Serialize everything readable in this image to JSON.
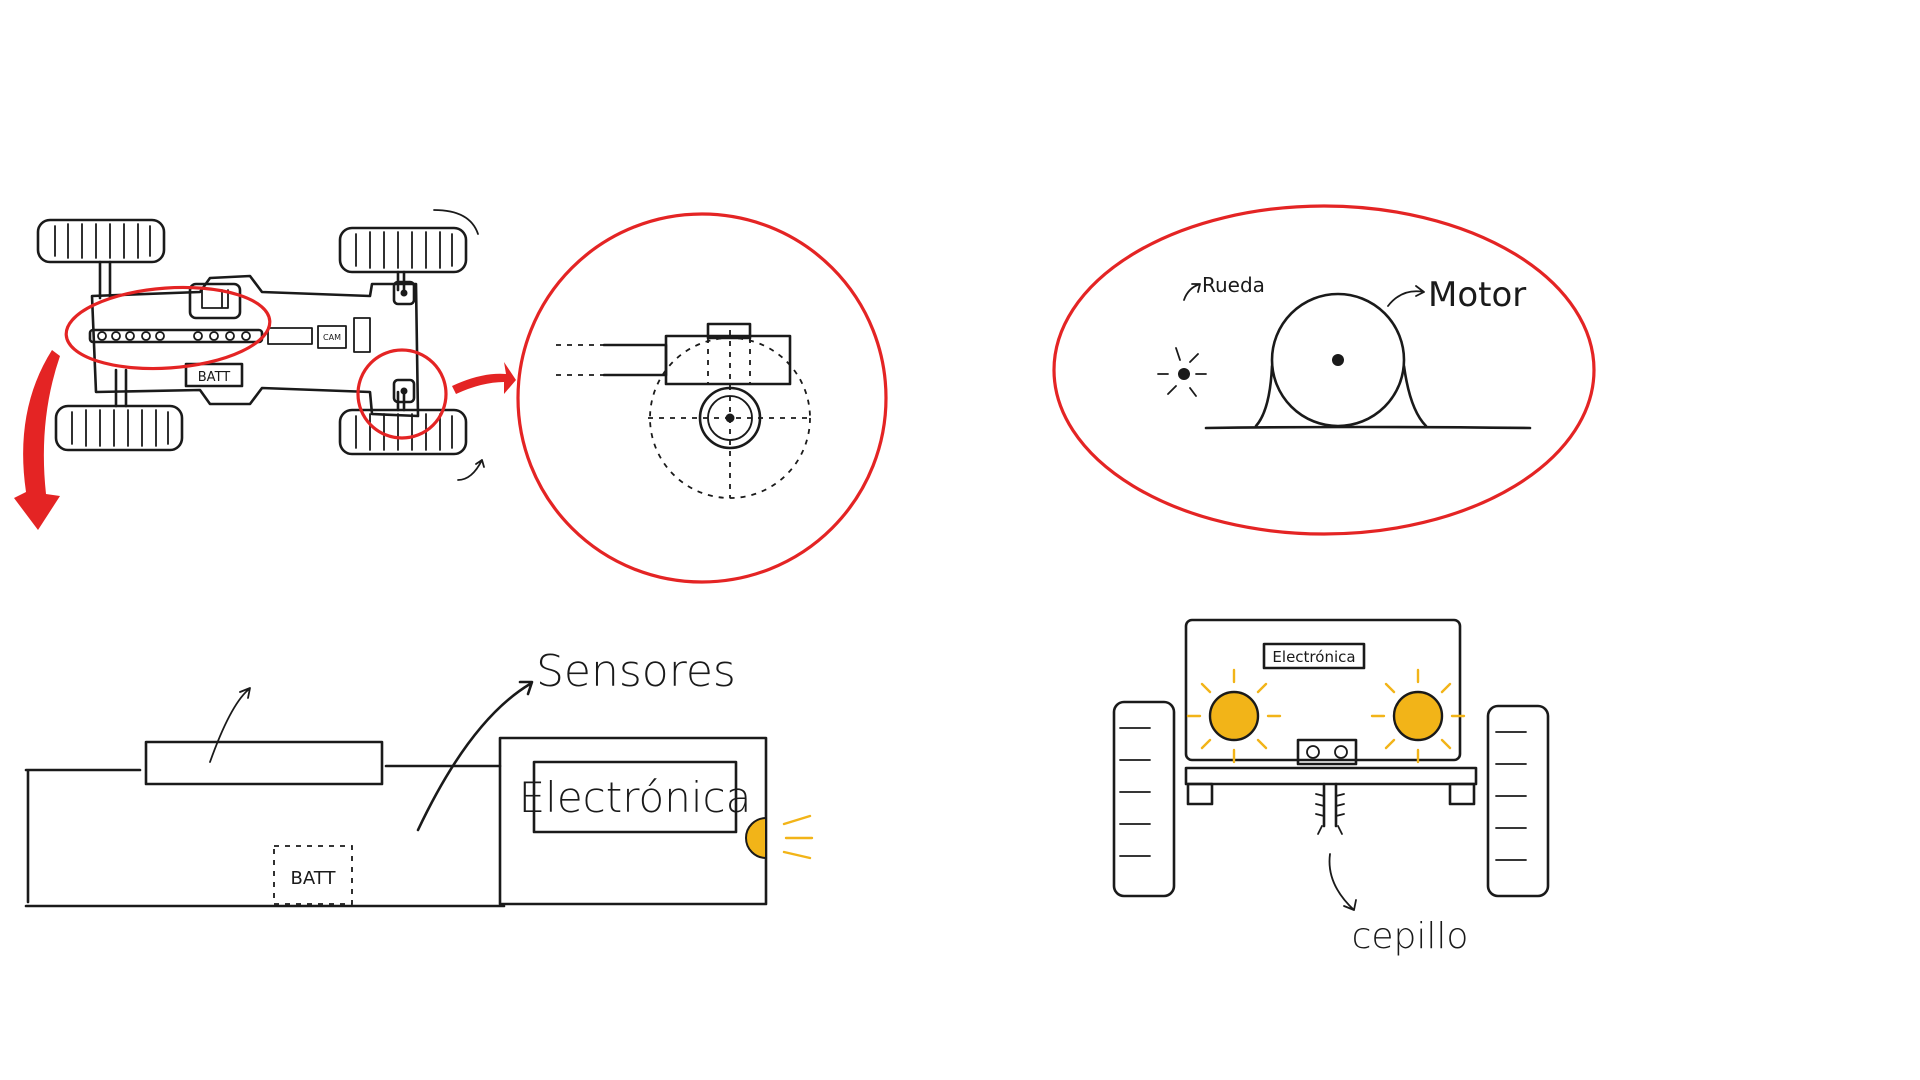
{
  "labels": {
    "batt_top": "BATT",
    "cam": "CAM",
    "rueda": "Rueda",
    "motor": "Motor",
    "sensores": "Sensores",
    "electronica_side": "Electrónica",
    "batt_side": "BATT",
    "electronica_front": "Electrónica",
    "cepillo": "cepillo"
  },
  "colors": {
    "ink": "#1a1a1a",
    "highlight": "#e42424",
    "light": "#f2b418",
    "background": "#ffffff"
  }
}
